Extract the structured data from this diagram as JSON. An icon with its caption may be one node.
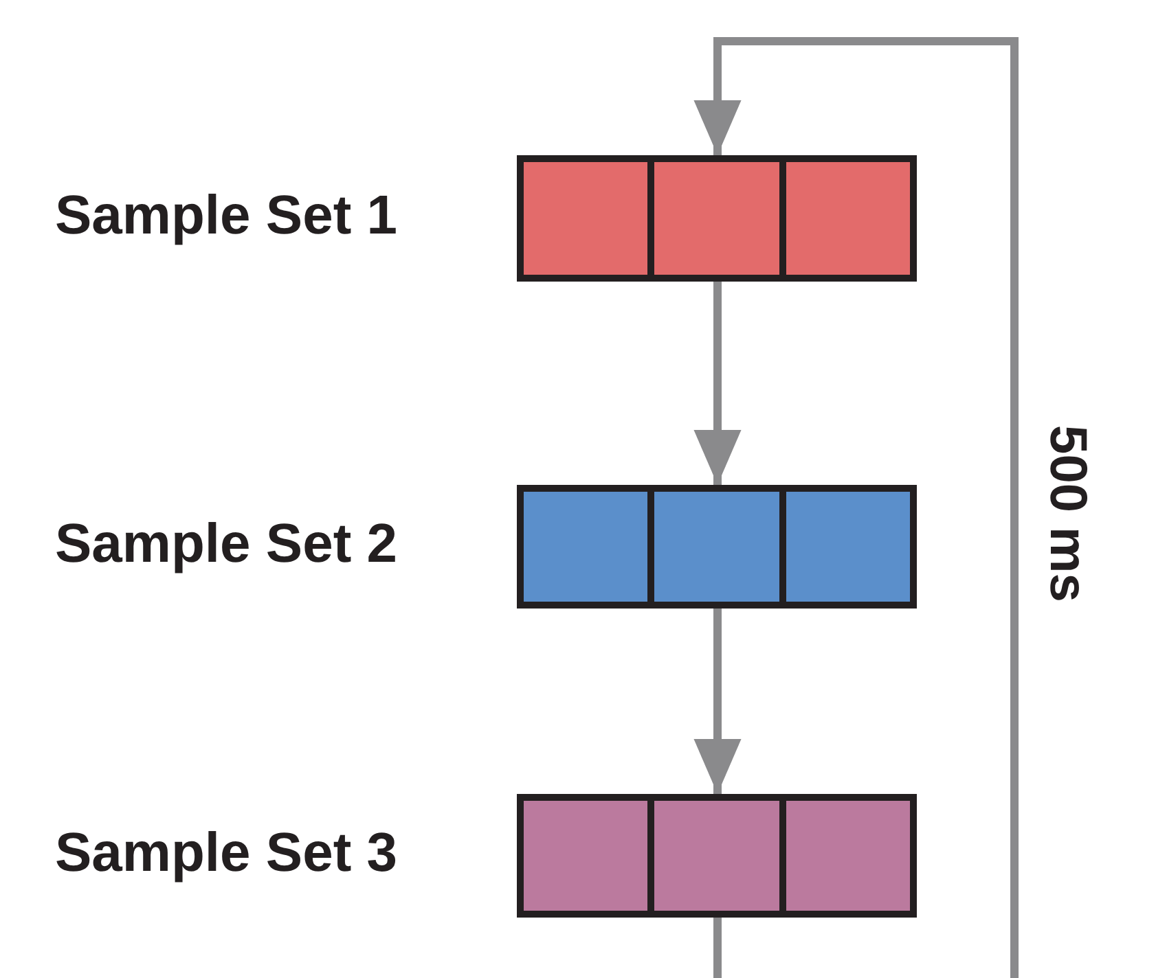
{
  "diagram": {
    "nodes": [
      {
        "text": [
          "Sample Set 1"
        ]
      },
      {
        "text": [
          "Sample Set 2"
        ]
      },
      {
        "text": [
          "Sample Set 3"
        ]
      }
    ],
    "edges": [
      {
        "from": 0,
        "to": 1,
        "arrow": "to"
      },
      {
        "from": 1,
        "to": 2,
        "arrow": "to"
      },
      {
        "from": 2,
        "to": null,
        "arrow": "none"
      },
      {
        "from": null,
        "to": 0,
        "arrow": "to",
        "label": "500 ms"
      }
    ]
  }
}
